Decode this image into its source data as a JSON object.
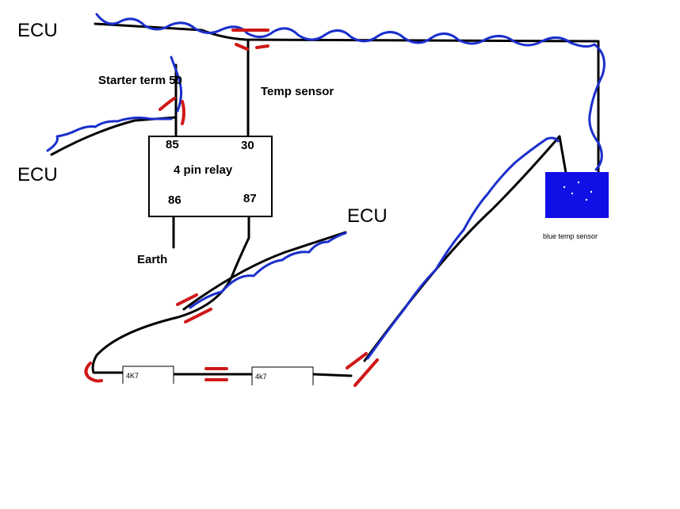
{
  "labels": {
    "ecu_top": "ECU",
    "ecu_left": "ECU",
    "ecu_middle": "ECU",
    "starter": "Starter term 50",
    "temp_sensor": "Temp sensor",
    "earth": "Earth",
    "sensor_caption": "blue temp sensor"
  },
  "relay": {
    "title": "4 pin relay",
    "pin_85": "85",
    "pin_30": "30",
    "pin_86": "86",
    "pin_87": "87"
  },
  "resistors": {
    "r1": "4K7",
    "r2": "4k7"
  },
  "colors": {
    "wire_black": "#000000",
    "wire_blue": "#1a2fcc",
    "splice_red": "#d01818",
    "sensor_fill": "#1010e6"
  }
}
